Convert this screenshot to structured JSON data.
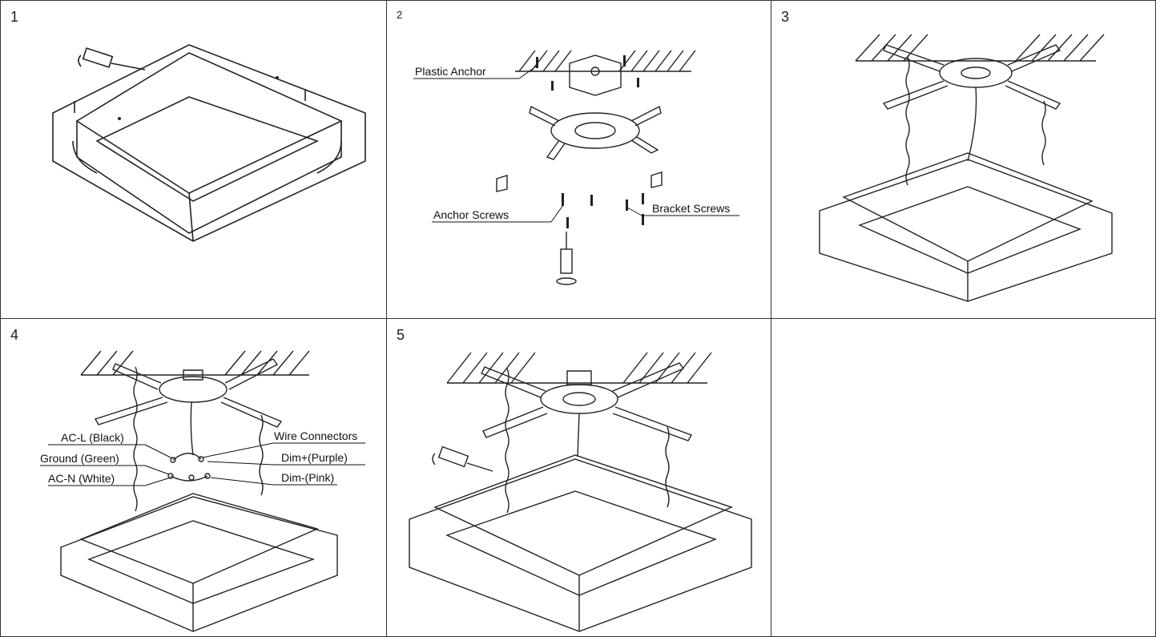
{
  "steps": [
    {
      "number": "1"
    },
    {
      "number": "2",
      "labels": {
        "plastic_anchor": "Plastic Anchor",
        "anchor_screws": "Anchor Screws",
        "bracket_screws": "Bracket Screws"
      }
    },
    {
      "number": "3"
    },
    {
      "number": "4",
      "labels": {
        "ac_l": "AC-L (Black)",
        "ground": "Ground (Green)",
        "ac_n": "AC-N (White)",
        "wire_connectors": "Wire Connectors",
        "dim_plus": "Dim+(Purple)",
        "dim_minus": "Dim-(Pink)"
      }
    },
    {
      "number": "5"
    },
    {
      "number": ""
    }
  ],
  "icons": [
    "screwdriver-icon",
    "ceiling-hatch-icon",
    "mounting-bracket-icon",
    "junction-box-icon",
    "chain-icon",
    "ceiling-fixture-icon",
    "screw-icon",
    "wire-connector-icon"
  ],
  "colors": {
    "line": "#222222",
    "border": "#333333",
    "background": "#ffffff"
  }
}
